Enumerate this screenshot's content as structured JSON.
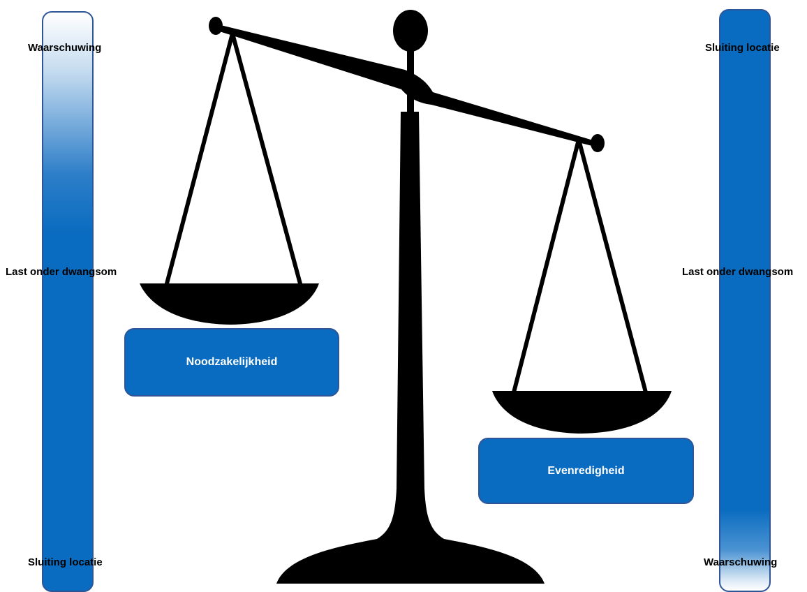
{
  "left_bar": {
    "top_label": "Waarschuwing",
    "middle_label": "Last onder dwangsom",
    "bottom_label": "Sluiting locatie"
  },
  "right_bar": {
    "top_label": "Sluiting locatie",
    "middle_label": "Last onder dwangsom",
    "bottom_label": "Waarschuwing"
  },
  "left_pan_box": {
    "label": "Noodzakelijkheid"
  },
  "right_pan_box": {
    "label": "Evenredigheid"
  },
  "colors": {
    "bar_blue": "#0a6cc0",
    "bar_border": "#2f5597",
    "scale": "#000000",
    "box_text": "#ffffff"
  },
  "icons": [
    "balance-scale-icon"
  ]
}
